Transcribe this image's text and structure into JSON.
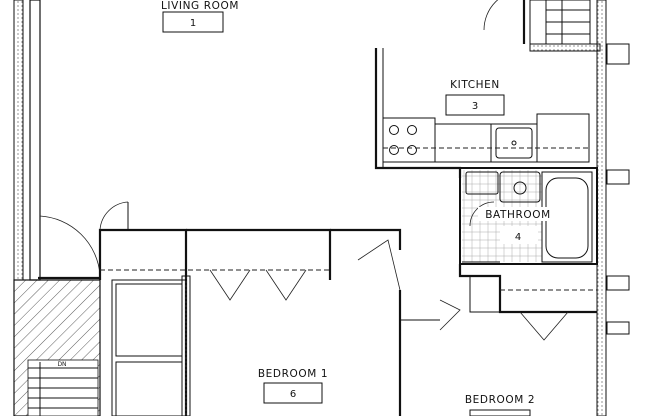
{
  "rooms": [
    {
      "name": "LIVING ROOM",
      "number": "1"
    },
    {
      "name": "KITCHEN",
      "number": "3"
    },
    {
      "name": "BATHROOM",
      "number": "4"
    },
    {
      "name": "BEDROOM 1",
      "number": "6"
    },
    {
      "name": "BEDROOM 2",
      "number": ""
    }
  ],
  "annotations": {
    "dn": "DN"
  }
}
